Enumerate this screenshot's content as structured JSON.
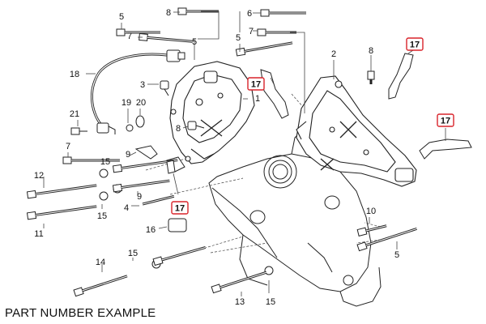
{
  "caption": "PART NUMBER EXAMPLE",
  "colors": {
    "line": "#222222",
    "highlight": "#d9232a",
    "text": "#111111"
  },
  "callouts": [
    {
      "id": "c-8a",
      "label": "8"
    },
    {
      "id": "c-5a",
      "label": "5"
    },
    {
      "id": "c-7a",
      "label": "7"
    },
    {
      "id": "c-5b",
      "label": "5"
    },
    {
      "id": "c-6",
      "label": "6"
    },
    {
      "id": "c-7b",
      "label": "7"
    },
    {
      "id": "c-5c",
      "label": "5"
    },
    {
      "id": "c-18",
      "label": "18"
    },
    {
      "id": "c-3",
      "label": "3"
    },
    {
      "id": "c-1",
      "label": "1"
    },
    {
      "id": "c-2",
      "label": "2"
    },
    {
      "id": "c-8b",
      "label": "8"
    },
    {
      "id": "c-21",
      "label": "21"
    },
    {
      "id": "c-19",
      "label": "19"
    },
    {
      "id": "c-20",
      "label": "20"
    },
    {
      "id": "c-8c",
      "label": "8"
    },
    {
      "id": "c-7c",
      "label": "7"
    },
    {
      "id": "c-9a",
      "label": "9"
    },
    {
      "id": "c-15a",
      "label": "15"
    },
    {
      "id": "c-12",
      "label": "12"
    },
    {
      "id": "c-11",
      "label": "11"
    },
    {
      "id": "c-15b",
      "label": "15"
    },
    {
      "id": "c-9b",
      "label": "9"
    },
    {
      "id": "c-4",
      "label": "4"
    },
    {
      "id": "c-16",
      "label": "16"
    },
    {
      "id": "c-10",
      "label": "10"
    },
    {
      "id": "c-5d",
      "label": "5"
    },
    {
      "id": "c-14",
      "label": "14"
    },
    {
      "id": "c-15c",
      "label": "15"
    },
    {
      "id": "c-13",
      "label": "13"
    },
    {
      "id": "c-15d",
      "label": "15"
    }
  ],
  "highlighted": [
    {
      "id": "h-17a",
      "label": "17"
    },
    {
      "id": "h-17b",
      "label": "17"
    },
    {
      "id": "h-17c",
      "label": "17"
    },
    {
      "id": "h-17d",
      "label": "17"
    }
  ]
}
